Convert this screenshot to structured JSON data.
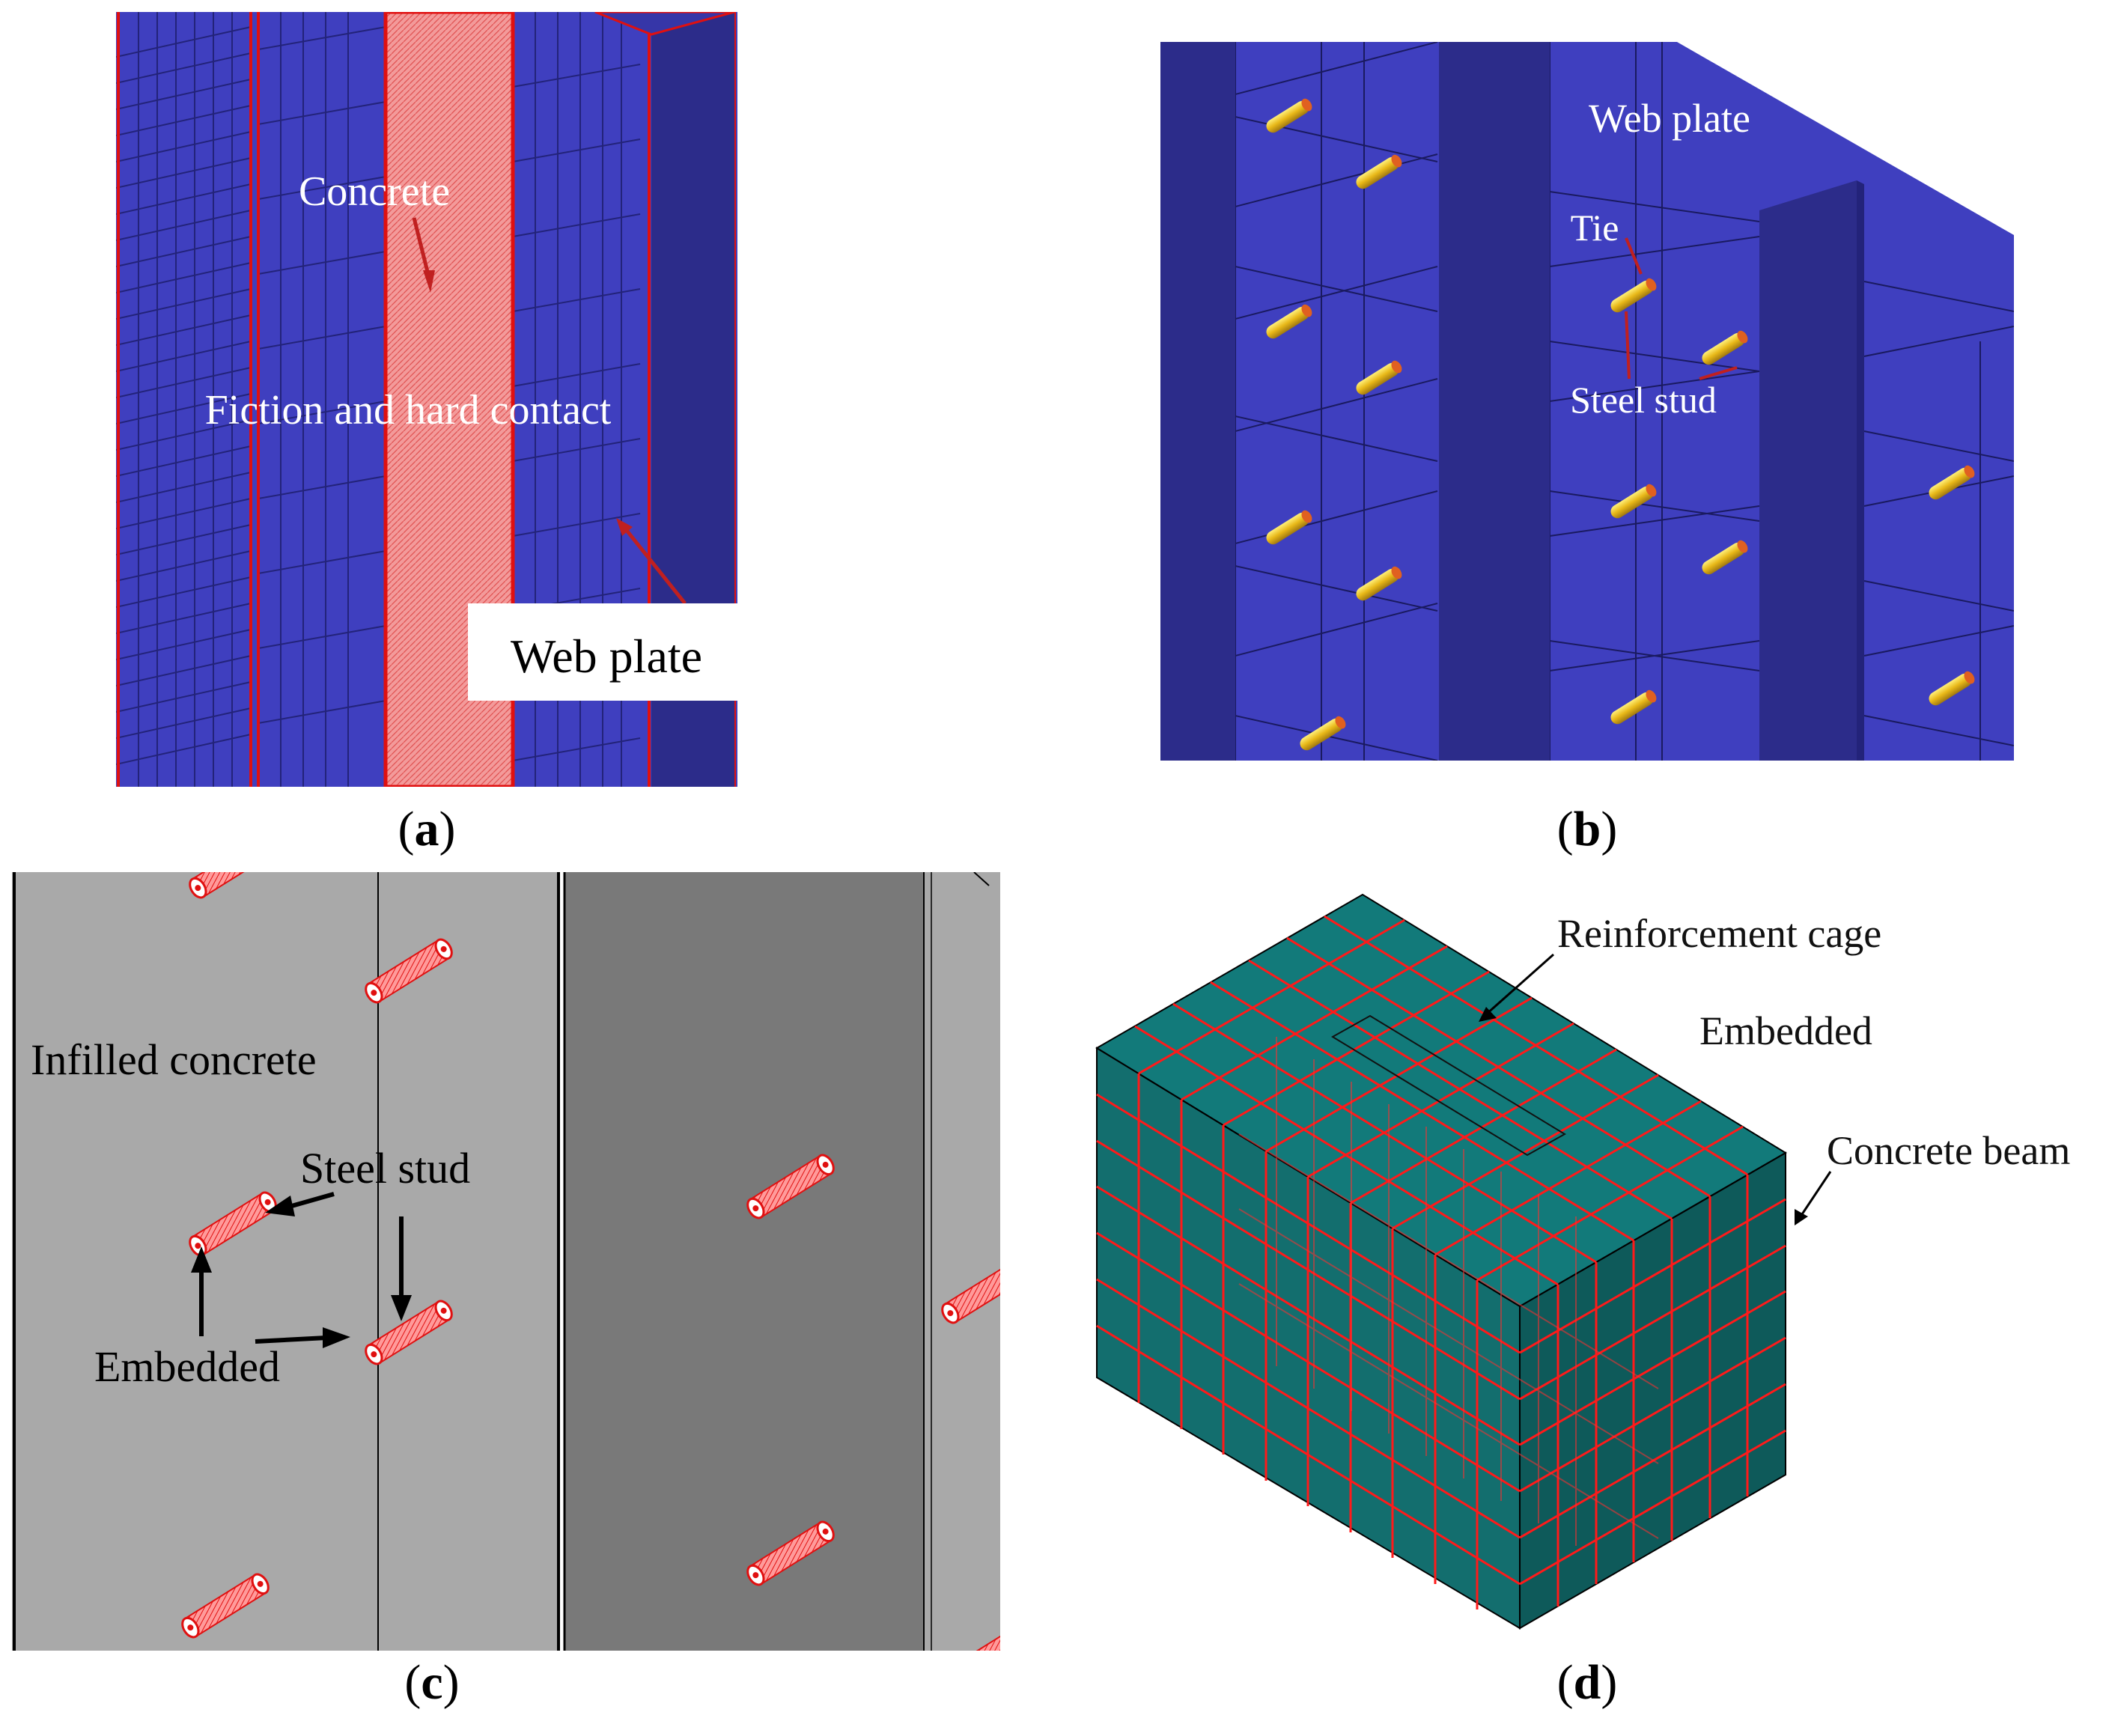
{
  "panels": [
    {
      "id": "a",
      "caption_open": "(",
      "caption_letter": "a",
      "caption_close": ")",
      "labels": {
        "concrete": "Concrete",
        "contact": "Fiction and hard contact",
        "web_plate": "Web plate"
      }
    },
    {
      "id": "b",
      "caption_open": "(",
      "caption_letter": "b",
      "caption_close": ")",
      "labels": {
        "web_plate": "Web plate",
        "tie": "Tie",
        "steel_stud": "Steel stud"
      }
    },
    {
      "id": "c",
      "caption_open": "(",
      "caption_letter": "c",
      "caption_close": ")",
      "labels": {
        "infilled": "Infilled concrete",
        "steel_stud": "Steel stud",
        "embedded": "Embedded"
      }
    },
    {
      "id": "d",
      "caption_open": "(",
      "caption_letter": "d",
      "caption_close": ")",
      "labels": {
        "cage": "Reinforcement cage",
        "embedded": "Embedded",
        "beam": "Concrete beam"
      }
    }
  ],
  "colors": {
    "steel_blue": "#3f3fbf",
    "steel_dark": "#2c2c8a",
    "concrete_red": "#f28a8a",
    "edge_red": "#e01010",
    "stud_yellow": "#f0c020",
    "gray_light": "#a9a9a9",
    "gray_dark": "#797979",
    "teal": "#127a7a",
    "rebar_red": "#ff1a1a"
  }
}
